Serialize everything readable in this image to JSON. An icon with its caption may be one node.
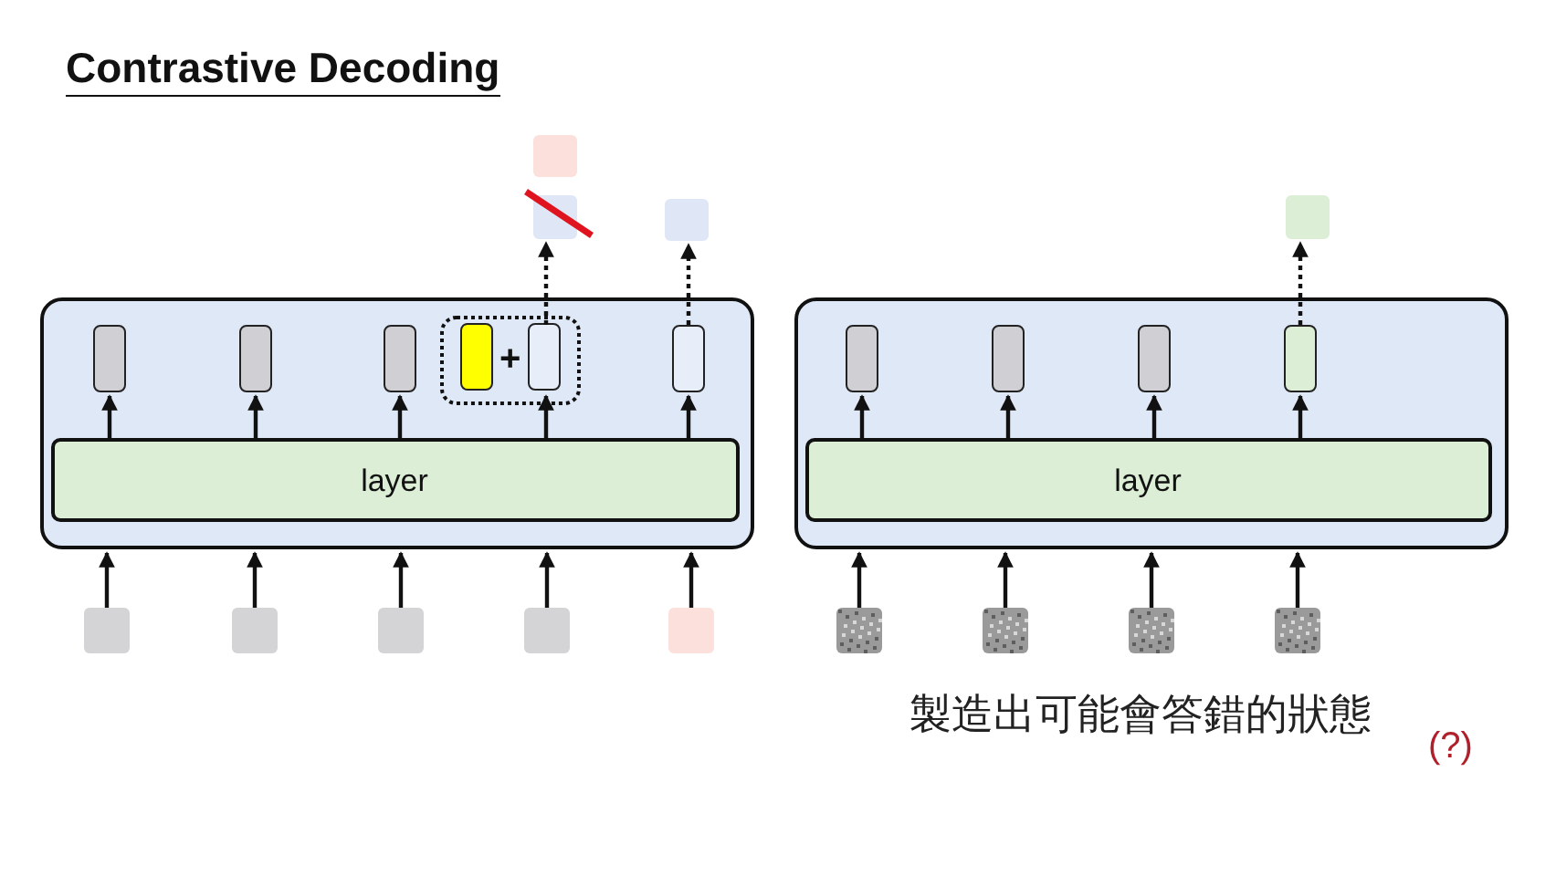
{
  "diagram": {
    "title": "Contrastive Decoding",
    "nodes": [
      {
        "text": [],
        "shape": "box"
      },
      {
        "text": [
          "layer"
        ],
        "in": 0
      },
      {
        "text": [],
        "shape": "box",
        "in": 0
      },
      {
        "text": [],
        "shape": "box",
        "in": 0
      },
      {
        "text": [],
        "shape": "box",
        "in": 0
      },
      {
        "text": [
          "+"
        ],
        "in": 0
      },
      {
        "text": [],
        "shape": "box",
        "in": 5
      },
      {
        "text": [],
        "shape": "box",
        "in": 5
      },
      {
        "text": [],
        "shape": "box",
        "in": 0
      },
      {
        "text": [],
        "shape": "box"
      },
      {
        "text": [],
        "shape": "box"
      },
      {
        "text": [],
        "shape": "box"
      },
      {
        "text": [],
        "shape": "box"
      },
      {
        "text": [],
        "shape": "box"
      },
      {
        "text": [],
        "shape": "box"
      },
      {
        "text": [],
        "shape": "box"
      },
      {
        "text": [],
        "shape": "box"
      },
      {
        "text": [],
        "shape": "box"
      },
      {
        "text": [
          "layer"
        ],
        "in": 17
      },
      {
        "text": [],
        "shape": "box",
        "in": 17
      },
      {
        "text": [],
        "shape": "box",
        "in": 17
      },
      {
        "text": [],
        "shape": "box",
        "in": 17
      },
      {
        "text": [],
        "shape": "box",
        "in": 17
      },
      {
        "text": [],
        "shape": "box"
      },
      {
        "text": [],
        "shape": "box"
      },
      {
        "text": [],
        "shape": "box"
      },
      {
        "text": [],
        "shape": "box"
      },
      {
        "text": [],
        "shape": "box"
      }
    ],
    "edges": [
      {
        "from": 12,
        "to": 0,
        "arrow": "to"
      },
      {
        "from": 13,
        "to": 0,
        "arrow": "to"
      },
      {
        "from": 14,
        "to": 0,
        "arrow": "to"
      },
      {
        "from": 15,
        "to": 0,
        "arrow": "to"
      },
      {
        "from": 16,
        "to": 0,
        "arrow": "to"
      },
      {
        "from": 1,
        "to": 2,
        "arrow": "to"
      },
      {
        "from": 1,
        "to": 3,
        "arrow": "to"
      },
      {
        "from": 1,
        "to": 4,
        "arrow": "to"
      },
      {
        "from": 1,
        "to": 7,
        "arrow": "to"
      },
      {
        "from": 1,
        "to": 8,
        "arrow": "to"
      },
      {
        "from": 7,
        "to": 10,
        "arrow": "to",
        "style": "dashed"
      },
      {
        "from": 8,
        "to": 11,
        "arrow": "to",
        "style": "dashed"
      },
      {
        "from": 24,
        "to": 17,
        "arrow": "to"
      },
      {
        "from": 25,
        "to": 17,
        "arrow": "to"
      },
      {
        "from": 26,
        "to": 17,
        "arrow": "to"
      },
      {
        "from": 27,
        "to": 17,
        "arrow": "to"
      },
      {
        "from": 18,
        "to": 19,
        "arrow": "to"
      },
      {
        "from": 18,
        "to": 20,
        "arrow": "to"
      },
      {
        "from": 18,
        "to": 21,
        "arrow": "to"
      },
      {
        "from": 18,
        "to": 22,
        "arrow": "to"
      },
      {
        "from": 22,
        "to": 23,
        "arrow": "to",
        "style": "dashed"
      }
    ],
    "labels": [
      "製造出可能會答錯的狀態",
      "(?)"
    ]
  }
}
